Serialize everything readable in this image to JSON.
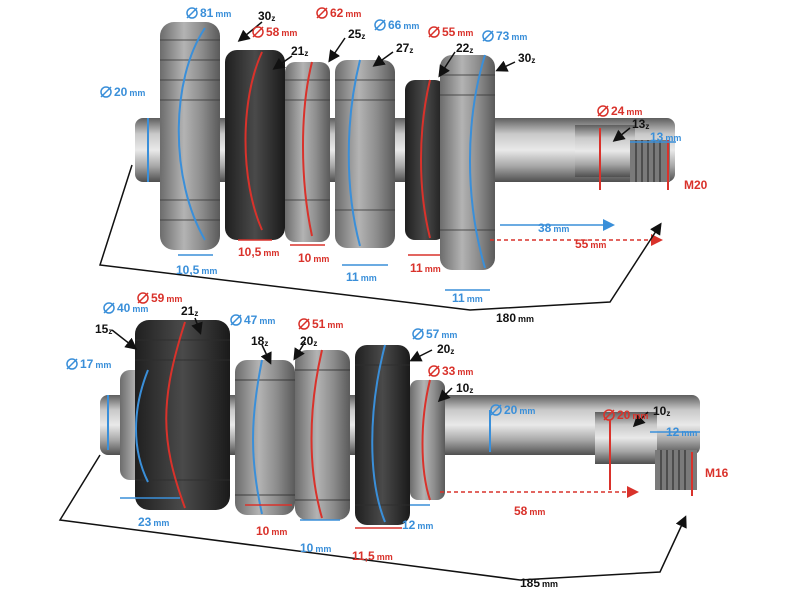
{
  "colors": {
    "blue": "#3a8fd9",
    "red": "#d9322b",
    "black": "#111111",
    "metal": "#8f8f8f",
    "dark_gear": "#3b3b3b"
  },
  "shaft_top": {
    "overall_length": "180",
    "unit": "mm",
    "diameters": {
      "d20": "20",
      "d81": "81",
      "d58": "58",
      "d62": "62",
      "d66": "66",
      "d55": "55",
      "d73": "73",
      "d24": "24"
    },
    "teeth": {
      "t30a": "30",
      "t21": "21",
      "t25": "25",
      "t27": "27",
      "t22": "22",
      "t30b": "30",
      "t13": "13"
    },
    "widths": {
      "w105a": "10,5",
      "w105b": "10,5",
      "w10": "10",
      "w11a": "11",
      "w11b": "11",
      "w11c": "11",
      "w38": "38",
      "w55": "55",
      "w13": "13"
    },
    "thread": "M20"
  },
  "shaft_bottom": {
    "overall_length": "185",
    "unit": "mm",
    "diameters": {
      "d17": "17",
      "d40": "40",
      "d59": "59",
      "d47": "47",
      "d51": "51",
      "d57": "57",
      "d33": "33",
      "d20": "20",
      "d20b": "20"
    },
    "teeth": {
      "t21": "21",
      "t15": "15",
      "t18": "18",
      "t20a": "20",
      "t20b": "20",
      "t10a": "10",
      "t10b": "10"
    },
    "widths": {
      "w23": "23",
      "w10a": "10",
      "w10b": "10",
      "w115": "11,5",
      "w12a": "12",
      "w58": "58",
      "w12b": "12"
    },
    "thread": "M16"
  },
  "teeth_suffix": "z"
}
